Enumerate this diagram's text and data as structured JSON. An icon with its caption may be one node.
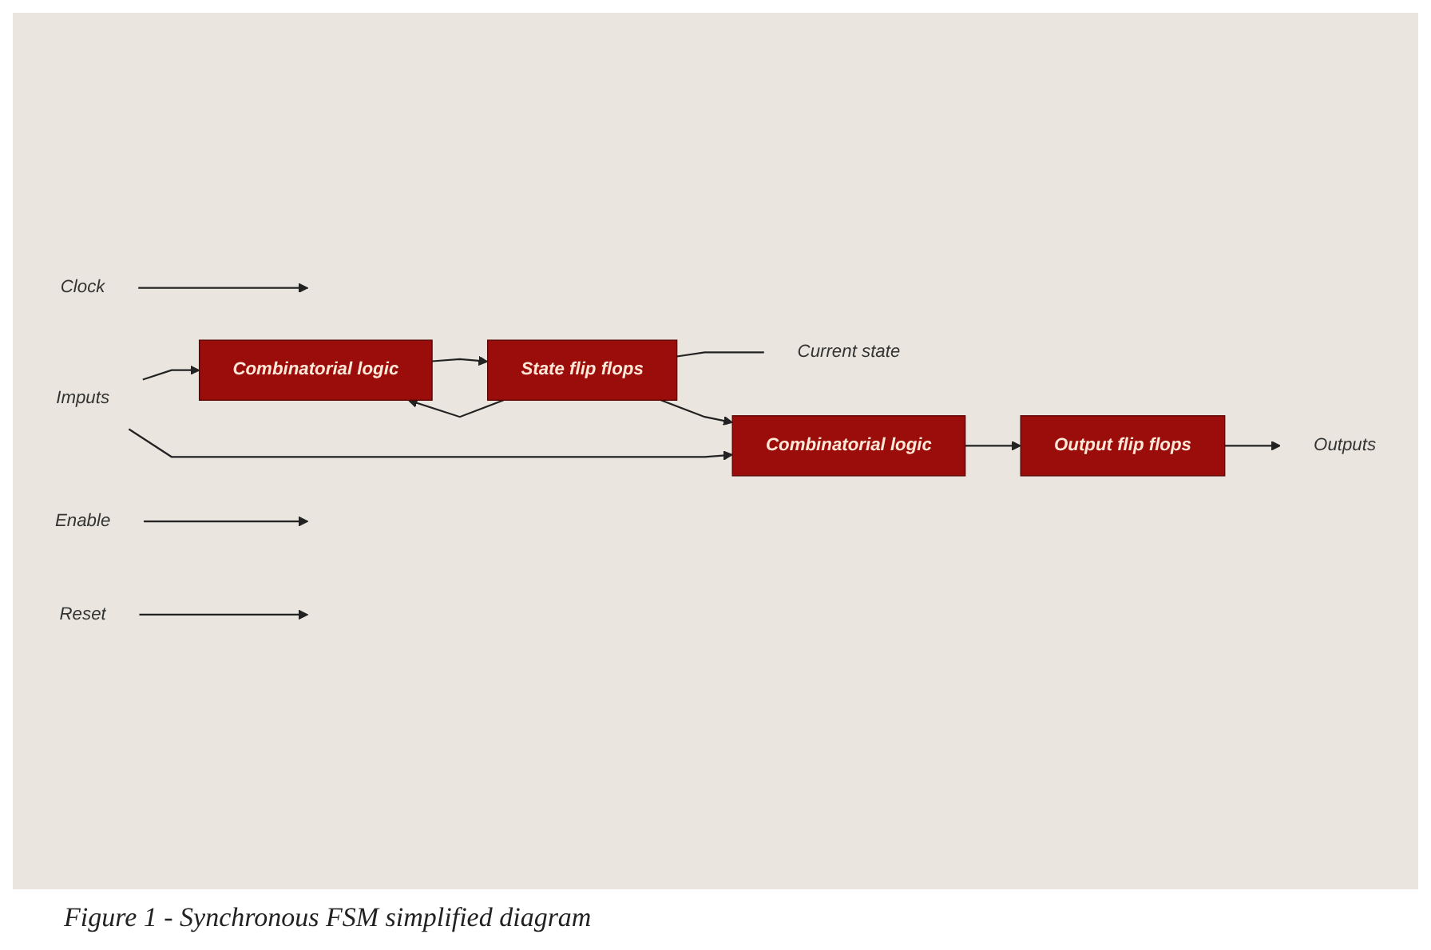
{
  "diagram": {
    "caption": "Figure 1 - Synchronous FSM simplified diagram",
    "nodes": [
      {
        "text": [
          "Imputs"
        ]
      },
      {
        "text": [
          "Combinatorial logic"
        ]
      },
      {
        "text": [
          "State flip flops"
        ]
      },
      {
        "text": [
          "Current state"
        ]
      },
      {
        "text": [
          "Combinatorial logic"
        ]
      },
      {
        "text": [
          "Output flip flops"
        ]
      },
      {
        "text": [
          "Outputs"
        ]
      },
      {
        "text": [
          "Clock"
        ]
      },
      {
        "text": [
          "Enable"
        ]
      },
      {
        "text": [
          "Reset"
        ]
      }
    ],
    "edges": [
      {
        "from": 0,
        "to": 1,
        "arrow": "to"
      },
      {
        "from": 0,
        "to": 4,
        "arrow": "to"
      },
      {
        "from": 1,
        "to": 2,
        "arrow": "to"
      },
      {
        "from": 2,
        "to": 3,
        "arrow": "none"
      },
      {
        "from": 2,
        "to": 1,
        "arrow": "to"
      },
      {
        "from": 2,
        "to": 4,
        "arrow": "to"
      },
      {
        "from": 4,
        "to": 5,
        "arrow": "to"
      },
      {
        "from": 5,
        "to": 6,
        "arrow": "to"
      },
      {
        "from": 7,
        "to": null,
        "arrow": "to"
      },
      {
        "from": 8,
        "to": null,
        "arrow": "to"
      },
      {
        "from": 9,
        "to": null,
        "arrow": "to"
      }
    ]
  }
}
